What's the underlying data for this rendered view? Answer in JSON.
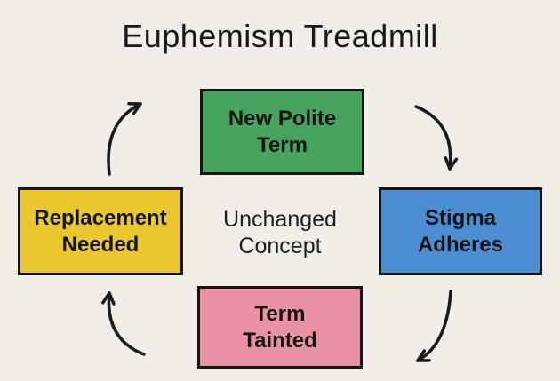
{
  "title": "Euphemism Treadmill",
  "background_color": "#f1ede7",
  "ink_color": "#1a1a1a",
  "diagram": {
    "type": "cycle",
    "center_label": "Unchanged Concept",
    "nodes": [
      {
        "id": "new-polite-term",
        "label": "New Polite Term",
        "color": "#47a45f",
        "position": "top"
      },
      {
        "id": "stigma-adheres",
        "label": "Stigma Adheres",
        "color": "#4b8ed4",
        "position": "right"
      },
      {
        "id": "term-tainted",
        "label": "Term Tainted",
        "color": "#e891a3",
        "position": "bottom"
      },
      {
        "id": "replacement-needed",
        "label": "Replacement Needed",
        "color": "#eac72f",
        "position": "left"
      }
    ],
    "arrows": [
      {
        "from": "New Polite Term",
        "to": "Stigma Adheres",
        "direction": "clockwise"
      },
      {
        "from": "Stigma Adheres",
        "to": "Term Tainted",
        "direction": "clockwise"
      },
      {
        "from": "Term Tainted",
        "to": "Replacement Needed",
        "direction": "clockwise"
      },
      {
        "from": "Replacement Needed",
        "to": "New Polite Term",
        "direction": "clockwise"
      }
    ]
  }
}
